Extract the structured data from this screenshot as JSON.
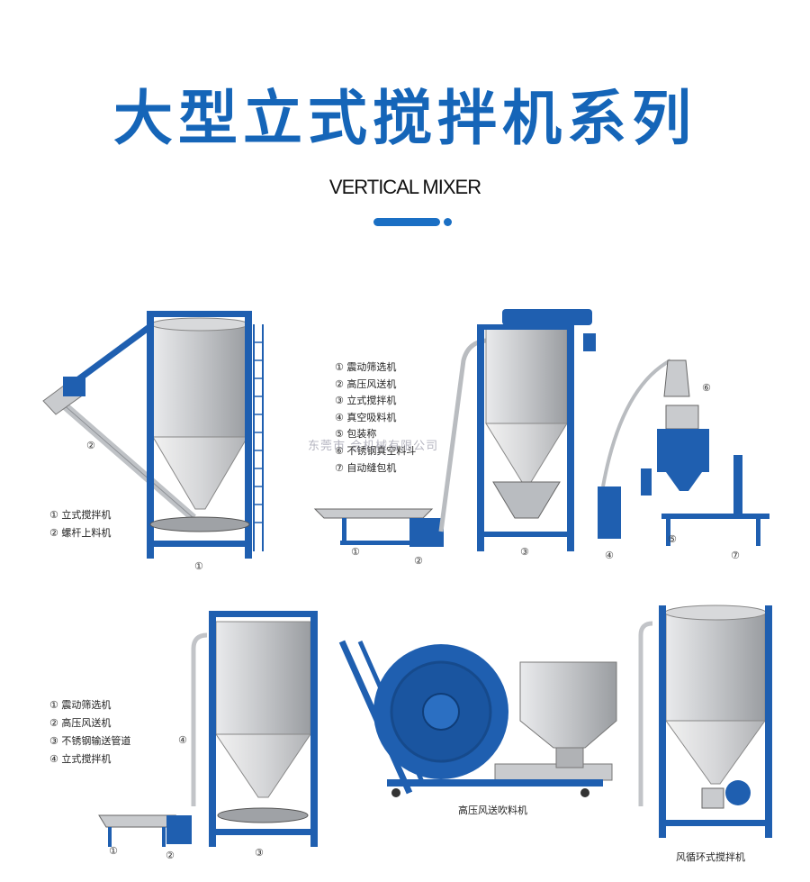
{
  "header": {
    "title": "大型立式搅拌机系列",
    "subtitle": "VERTICAL MIXER"
  },
  "colors": {
    "accent": "#1565b8",
    "frame": "#1f5fb0",
    "steel": "#c7c9cc"
  },
  "watermark": "东莞市  合机械有限公司",
  "diagram1": {
    "legend": [
      "① 立式搅拌机",
      "② 螺杆上料机"
    ],
    "callouts": [
      "②",
      "①"
    ]
  },
  "diagram2": {
    "legend": [
      "① 震动筛选机",
      "② 高压风送机",
      "③ 立式搅拌机",
      "④ 真空吸料机",
      "⑤ 包装称",
      "⑥ 不锈钢真空料斗",
      "⑦ 自动缝包机"
    ],
    "callouts": [
      "①",
      "②",
      "③",
      "④",
      "⑤",
      "⑥",
      "⑦"
    ]
  },
  "diagram3": {
    "legend": [
      "① 震动筛选机",
      "② 高压风送机",
      "③ 不锈钢输送管道",
      "④ 立式搅拌机"
    ],
    "callouts": [
      "④",
      "①",
      "②",
      "③"
    ]
  },
  "diagram4": {
    "caption": "高压风送吹料机"
  },
  "diagram5": {
    "caption": "风循环式搅拌机"
  }
}
